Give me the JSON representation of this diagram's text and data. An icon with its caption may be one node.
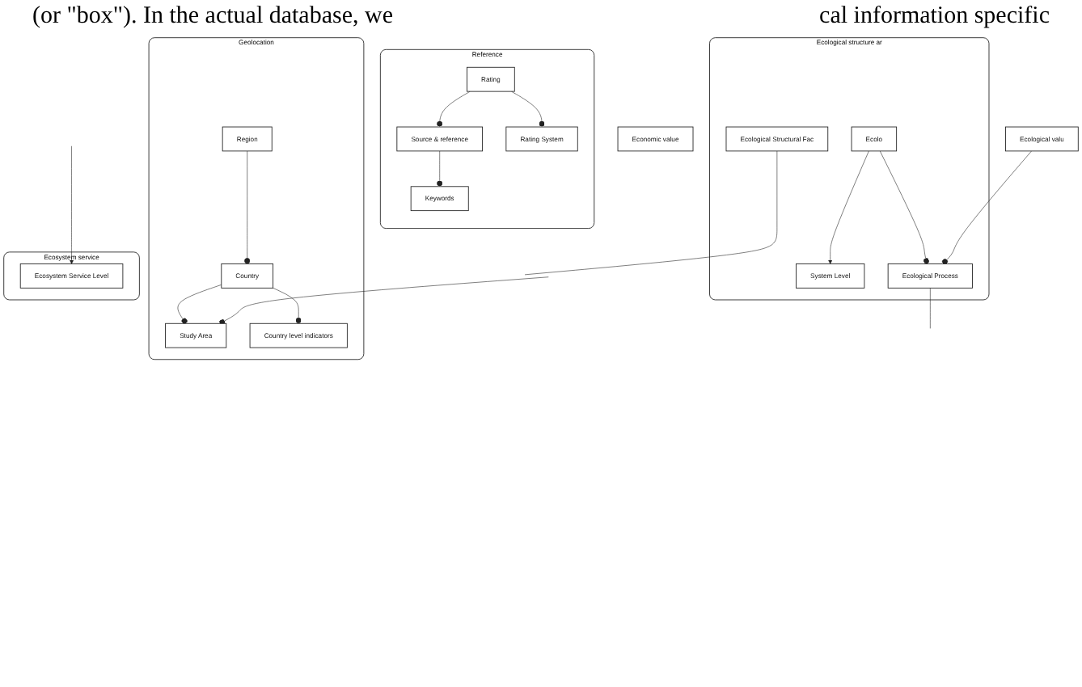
{
  "diagram": {
    "nodes": [
      {
        "text": [
          "Reference"
        ]
      },
      {
        "text": [
          "Keywords"
        ],
        "in": 0
      },
      {
        "text": [
          "Source & reference"
        ],
        "in": 0
      },
      {
        "text": [
          "Rating"
        ],
        "in": 0
      },
      {
        "text": [
          "Rating System"
        ],
        "in": 0
      },
      {
        "text": [
          "Geolocation"
        ]
      },
      {
        "text": [
          "Country"
        ],
        "in": 5
      },
      {
        "text": [
          "Region"
        ],
        "in": 5
      },
      {
        "text": [
          "Study Area"
        ],
        "in": 5
      },
      {
        "text": [
          "Country level indicators"
        ],
        "in": 5
      },
      {
        "text": [
          "Ecological structure ar"
        ]
      },
      {
        "text": [
          "System Level"
        ],
        "in": 10
      },
      {
        "text": [
          "Ecolo"
        ],
        "in": 10
      },
      {
        "text": [
          "Ecological Process"
        ],
        "in": 10
      },
      {
        "text": [
          "Ecological Structural Fac"
        ],
        "in": 10
      },
      {
        "text": [
          "Ecosystem service"
        ]
      },
      {
        "text": [
          "Ecosystem Service Level"
        ],
        "in": 15
      },
      {
        "text": [
          "Economic value"
        ]
      },
      {
        "text": [
          "Ecological valu"
        ]
      }
    ],
    "edges": [
      {
        "from": 2,
        "to": 1,
        "arrow": "other"
      },
      {
        "from": 3,
        "to": 2,
        "arrow": "other"
      },
      {
        "from": 3,
        "to": 4,
        "arrow": "other"
      },
      {
        "from": 7,
        "to": 6,
        "arrow": "other"
      },
      {
        "from": 6,
        "to": 8,
        "arrow": "other"
      },
      {
        "from": 6,
        "to": 9,
        "arrow": "other"
      },
      {
        "from": null,
        "to": 8,
        "arrow": "other"
      },
      {
        "from": 12,
        "to": 11,
        "arrow": "to"
      },
      {
        "from": 12,
        "to": 13,
        "arrow": "other"
      },
      {
        "from": 13,
        "to": null,
        "arrow": "none"
      },
      {
        "from": 18,
        "to": 13,
        "arrow": "other"
      },
      {
        "from": 14,
        "to": null,
        "arrow": "none"
      },
      {
        "from": null,
        "to": 16,
        "arrow": "to"
      }
    ],
    "labels": [
      "(or \"box\"). In the actual database, we",
      "cal information specific"
    ]
  }
}
